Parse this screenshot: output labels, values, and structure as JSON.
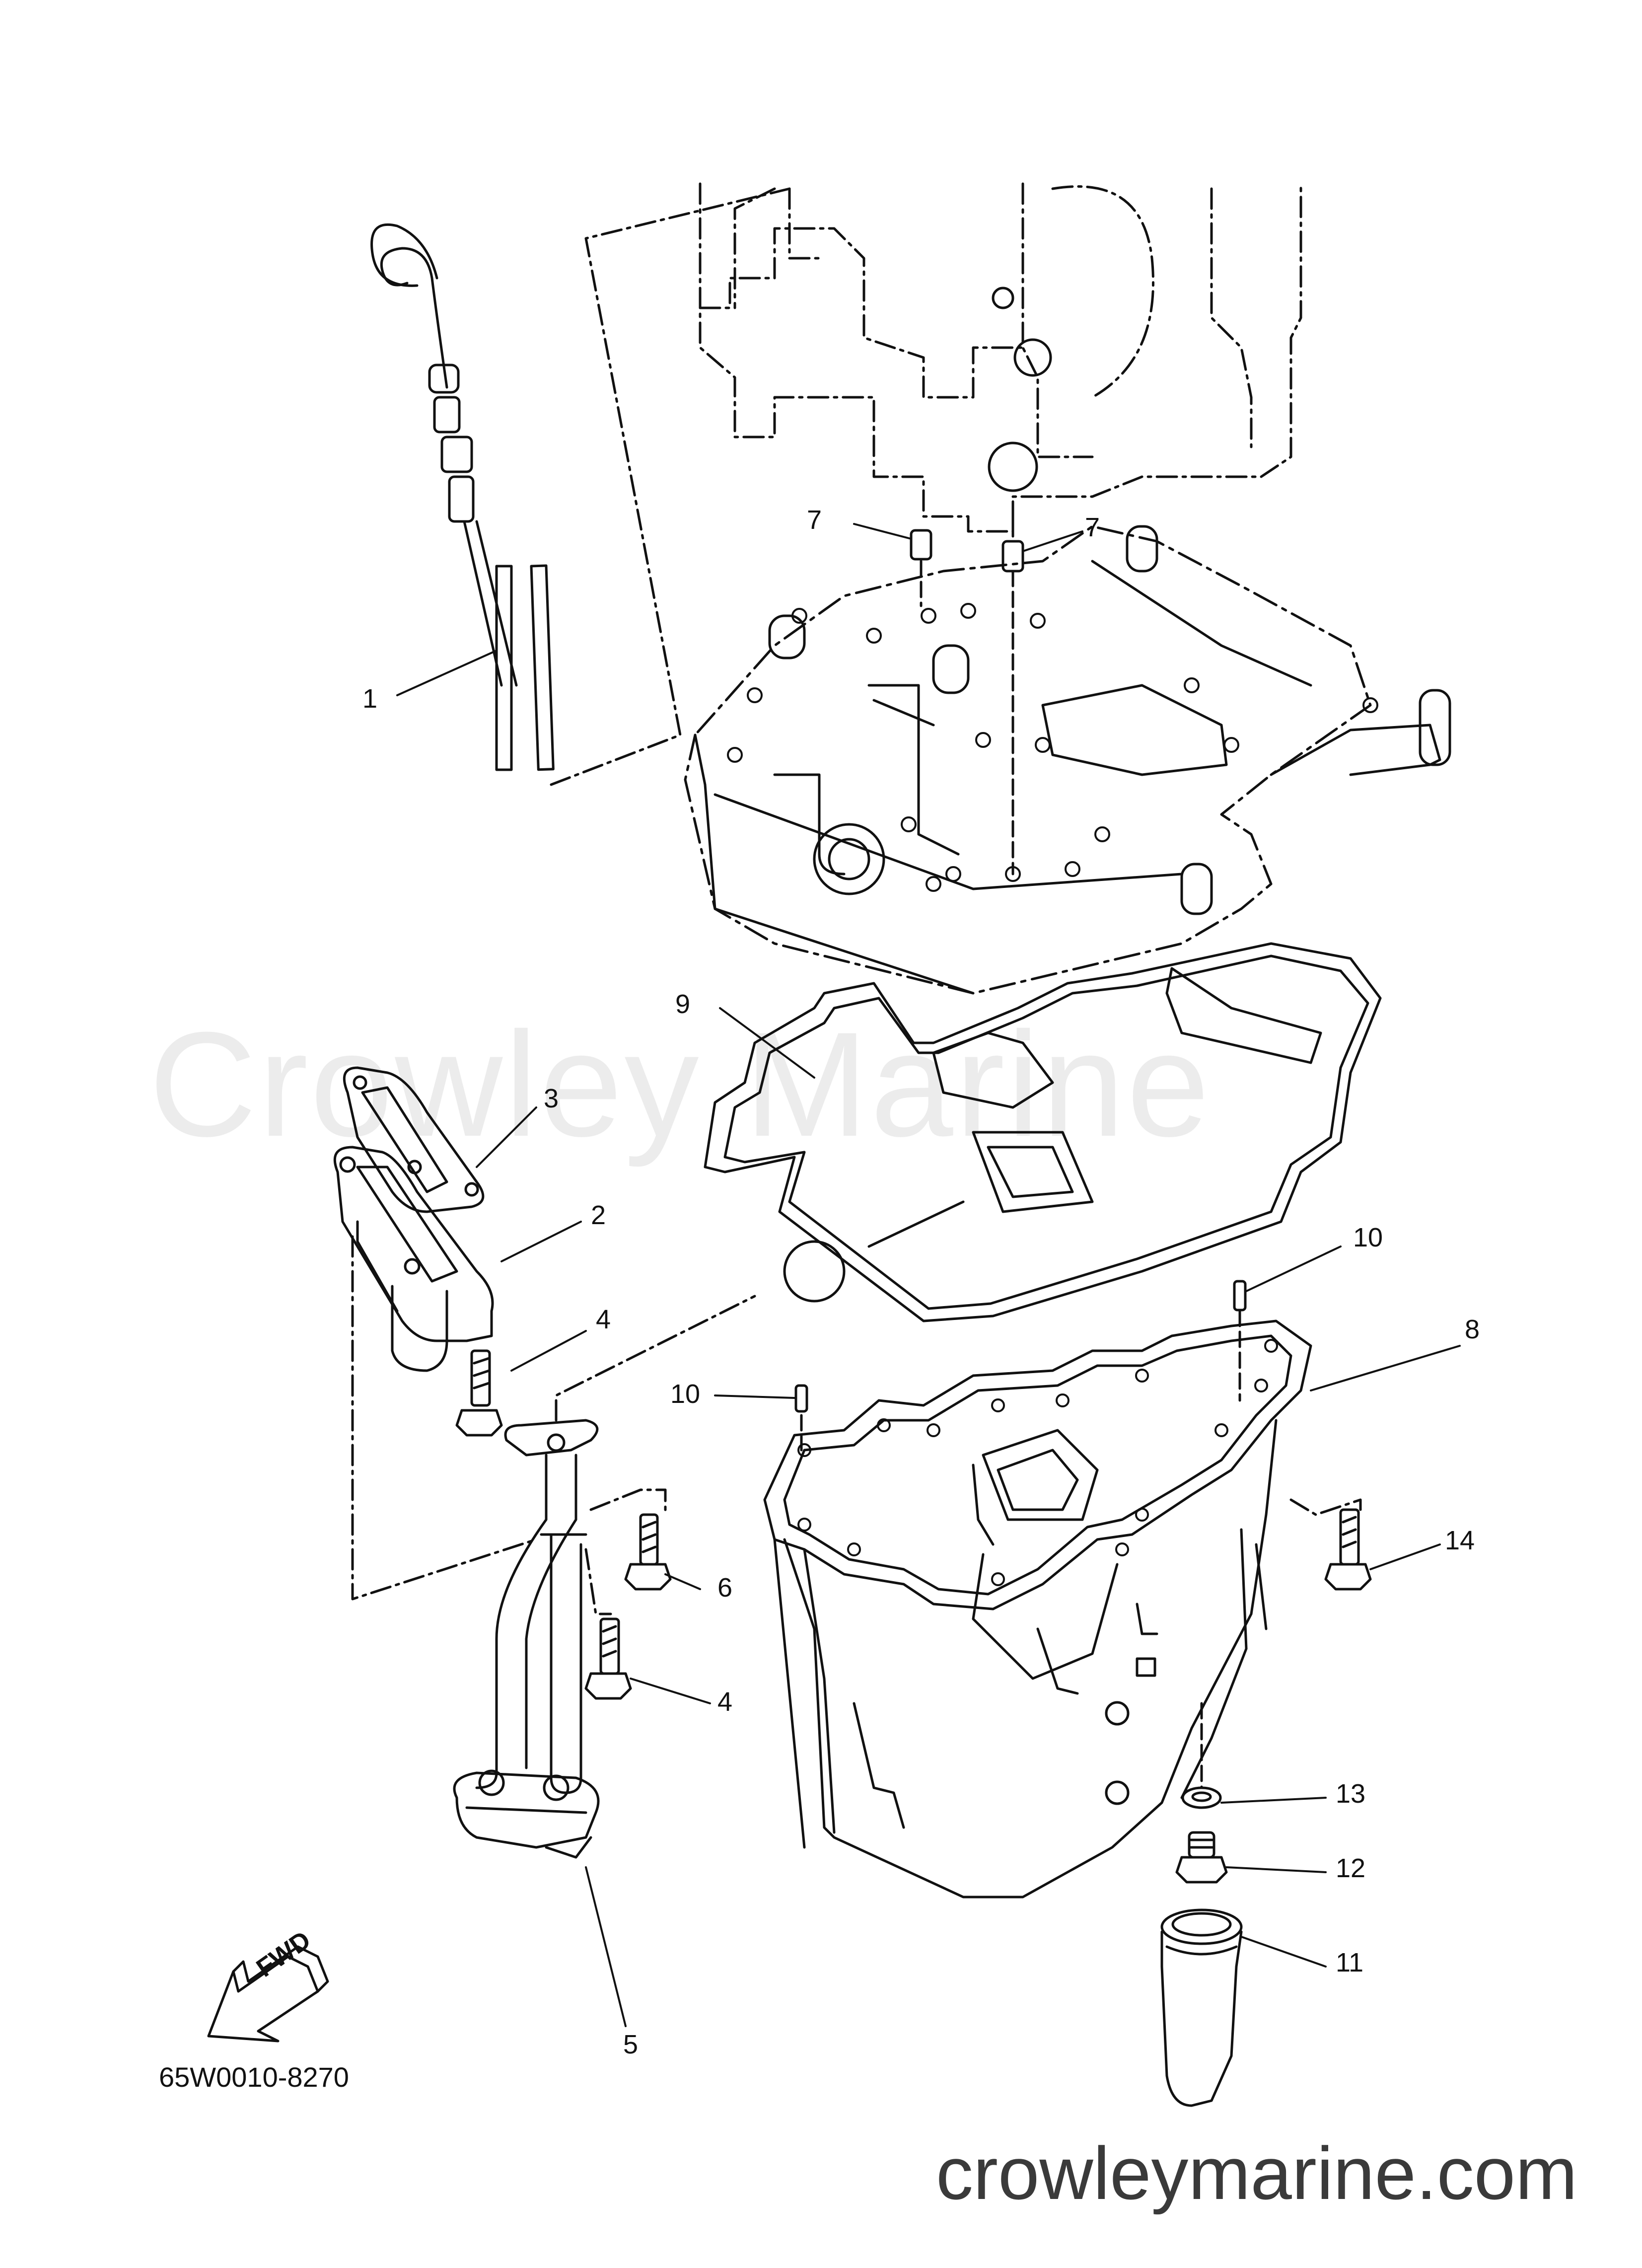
{
  "watermark": "Crowley Marine",
  "footer_url": "crowleymarine.com",
  "diagram_code": "65W0010-8270",
  "fwd_label": "FWD",
  "callouts": [
    {
      "id": "c1",
      "text": "1"
    },
    {
      "id": "c2",
      "text": "2"
    },
    {
      "id": "c3",
      "text": "3"
    },
    {
      "id": "c4a",
      "text": "4"
    },
    {
      "id": "c4b",
      "text": "4"
    },
    {
      "id": "c5",
      "text": "5"
    },
    {
      "id": "c6",
      "text": "6"
    },
    {
      "id": "c7a",
      "text": "7"
    },
    {
      "id": "c7b",
      "text": "7"
    },
    {
      "id": "c8",
      "text": "8"
    },
    {
      "id": "c9",
      "text": "9"
    },
    {
      "id": "c10a",
      "text": "10"
    },
    {
      "id": "c10b",
      "text": "10"
    },
    {
      "id": "c11",
      "text": "11"
    },
    {
      "id": "c12",
      "text": "12"
    },
    {
      "id": "c13",
      "text": "13"
    },
    {
      "id": "c14",
      "text": "14"
    }
  ]
}
